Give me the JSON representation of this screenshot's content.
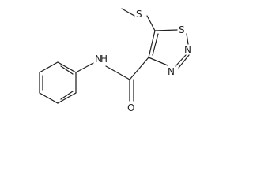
{
  "molecule": {
    "atoms": {
      "sulfur_thioether": "S",
      "sulfur_ring": "S",
      "nitrogen_ring_upper": "N",
      "nitrogen_ring_lower": "N",
      "nitrogen_amide": "N",
      "hydrogen_amide": "H",
      "oxygen_carbonyl": "O"
    }
  }
}
